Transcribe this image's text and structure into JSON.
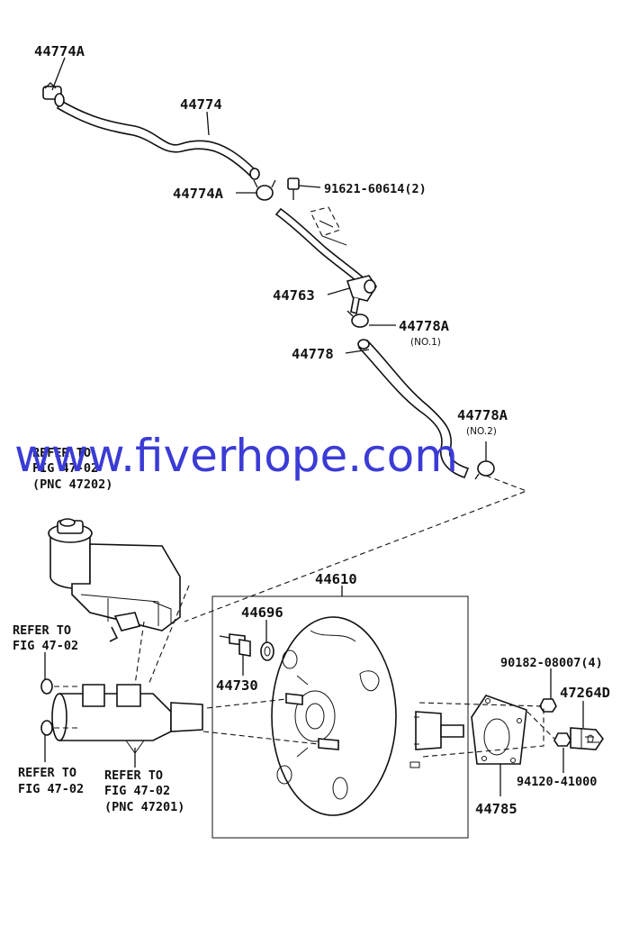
{
  "watermark": "www.fiverhope.com",
  "labels": {
    "hose_clip_top": "44774A",
    "hose_upper": "44774",
    "hose_clip_mid": "44774A",
    "bolt": "91621-60614(2)",
    "vacuum_pipe": "44763",
    "clip_no1": "44778A",
    "clip_no1_note": "(NO.1)",
    "hose_lower": "44778",
    "clip_no2": "44778A",
    "clip_no2_note": "(NO.2)",
    "booster_assy": "44610",
    "check_valve": "44696",
    "grommet": "44730",
    "nut_top": "90182-08007(4)",
    "clevis": "47264D",
    "nut_bottom": "94120-41000",
    "gasket": "44785"
  },
  "refs": {
    "reservoir_line1": "REFER TO",
    "reservoir_line2": "FIG 47-02",
    "reservoir_line3": "(PNC 47202)",
    "left_top_line1": "REFER TO",
    "left_top_line2": "FIG 47-02",
    "left_bottom_line1": "REFER TO",
    "left_bottom_line2": "FIG 47-02",
    "master_line1": "REFER TO",
    "master_line2": "FIG 47-02",
    "master_line3": "(PNC 47201)"
  },
  "colors": {
    "line": "#111111",
    "watermark": "#3b3bd6",
    "background": "#ffffff"
  }
}
